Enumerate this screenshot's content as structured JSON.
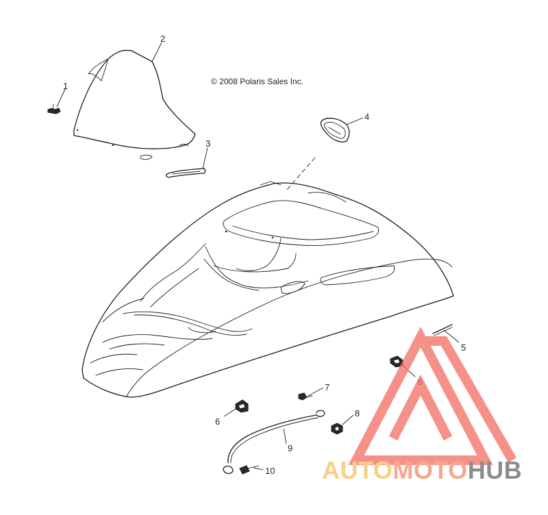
{
  "copyright": "© 2008 Polaris Sales Inc.",
  "callouts": [
    "1",
    "2",
    "3",
    "4",
    "5",
    "6",
    "6",
    "7",
    "8",
    "9",
    "10"
  ],
  "watermark": {
    "part1": "AUTO",
    "part2": "MOTO",
    "part3": "HUB",
    "colors": {
      "auto": "#f7cf86",
      "moto": "#f5a78f",
      "hub": "#8c8c8c",
      "triangle": "#f26d62"
    }
  }
}
